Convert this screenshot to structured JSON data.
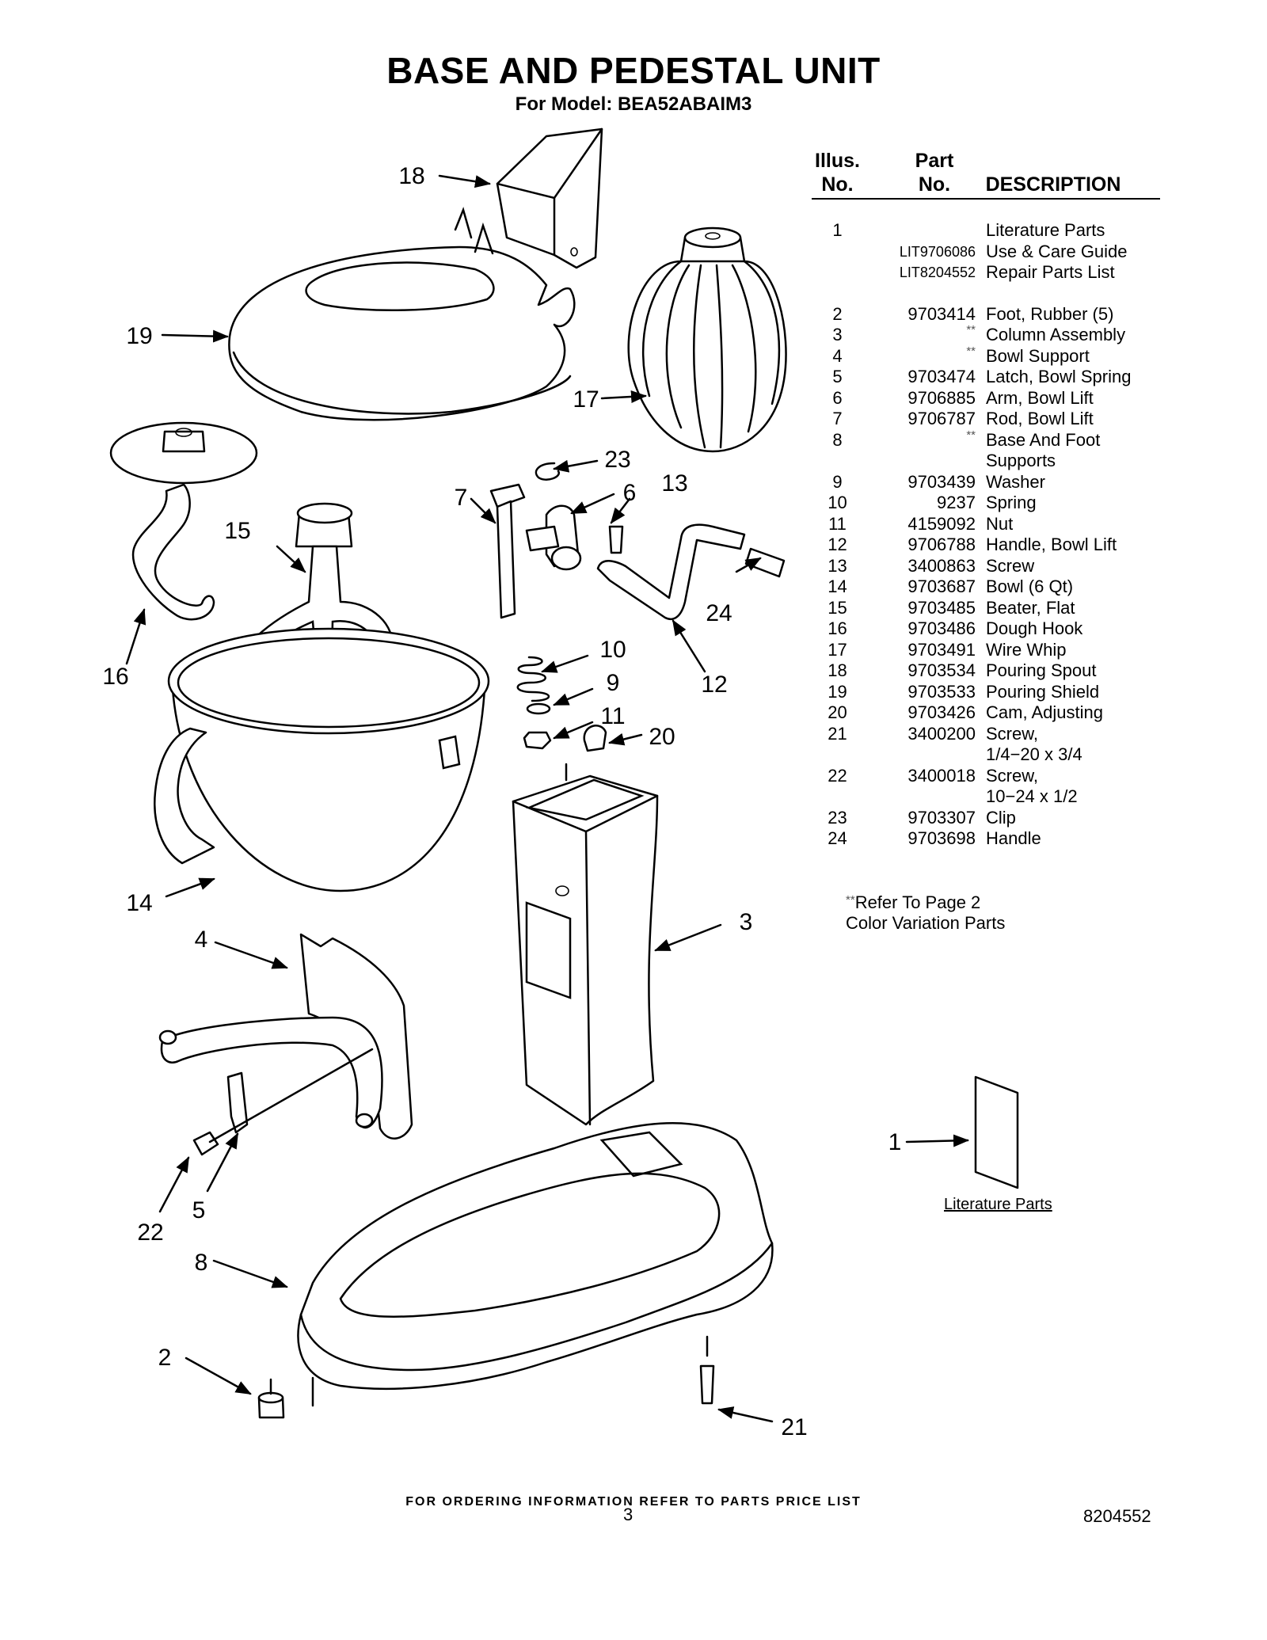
{
  "title": "BASE AND PEDESTAL UNIT",
  "subtitle": "For Model: BEA52ABAIM3",
  "table": {
    "headers": {
      "illus_top": "Illus.",
      "illus_bottom": "No.",
      "part_top": "Part",
      "part_bottom": "No.",
      "description": "DESCRIPTION"
    },
    "rows": [
      {
        "illus": "1",
        "part": "",
        "desc": "Literature Parts"
      },
      {
        "illus": "",
        "part": "LIT9706086",
        "desc": "Use & Care Guide"
      },
      {
        "illus": "",
        "part": "LIT8204552",
        "desc": "Repair Parts List"
      },
      {
        "illus": "2",
        "part": "9703414",
        "desc": "Foot, Rubber (5)"
      },
      {
        "illus": "3",
        "part": "**",
        "desc": "Column Assembly"
      },
      {
        "illus": "4",
        "part": "**",
        "desc": "Bowl Support"
      },
      {
        "illus": "5",
        "part": "9703474",
        "desc": "Latch, Bowl Spring"
      },
      {
        "illus": "6",
        "part": "9706885",
        "desc": "Arm, Bowl Lift"
      },
      {
        "illus": "7",
        "part": "9706787",
        "desc": "Rod, Bowl Lift"
      },
      {
        "illus": "8",
        "part": "**",
        "desc": "Base And Foot"
      },
      {
        "illus": "",
        "part": "",
        "desc": "Supports"
      },
      {
        "illus": "9",
        "part": "9703439",
        "desc": "Washer"
      },
      {
        "illus": "10",
        "part": "9237",
        "desc": "Spring"
      },
      {
        "illus": "11",
        "part": "4159092",
        "desc": "Nut"
      },
      {
        "illus": "12",
        "part": "9706788",
        "desc": "Handle, Bowl Lift"
      },
      {
        "illus": "13",
        "part": "3400863",
        "desc": "Screw"
      },
      {
        "illus": "14",
        "part": "9703687",
        "desc": "Bowl (6 Qt)"
      },
      {
        "illus": "15",
        "part": "9703485",
        "desc": "Beater, Flat"
      },
      {
        "illus": "16",
        "part": "9703486",
        "desc": "Dough Hook"
      },
      {
        "illus": "17",
        "part": "9703491",
        "desc": "Wire Whip"
      },
      {
        "illus": "18",
        "part": "9703534",
        "desc": "Pouring Spout"
      },
      {
        "illus": "19",
        "part": "9703533",
        "desc": "Pouring Shield"
      },
      {
        "illus": "20",
        "part": "9703426",
        "desc": "Cam, Adjusting"
      },
      {
        "illus": "21",
        "part": "3400200",
        "desc": "Screw,"
      },
      {
        "illus": "",
        "part": "",
        "desc": "1/4−20 x 3/4"
      },
      {
        "illus": "22",
        "part": "3400018",
        "desc": "Screw,"
      },
      {
        "illus": "",
        "part": "",
        "desc": "10−24 x 1/2"
      },
      {
        "illus": "23",
        "part": "9703307",
        "desc": "Clip"
      },
      {
        "illus": "24",
        "part": "9703698",
        "desc": "Handle"
      }
    ]
  },
  "note": {
    "marker": "**",
    "line1": "Refer To Page 2",
    "line2": "Color Variation Parts"
  },
  "diagram": {
    "callouts": [
      "1",
      "2",
      "3",
      "4",
      "5",
      "6",
      "7",
      "8",
      "9",
      "10",
      "11",
      "12",
      "13",
      "14",
      "15",
      "16",
      "17",
      "18",
      "19",
      "20",
      "21",
      "22",
      "23",
      "24"
    ],
    "literature_caption": "Literature Parts"
  },
  "footer": "FOR ORDERING INFORMATION REFER TO PARTS PRICE LIST",
  "page_number": "3",
  "doc_number": "8204552"
}
